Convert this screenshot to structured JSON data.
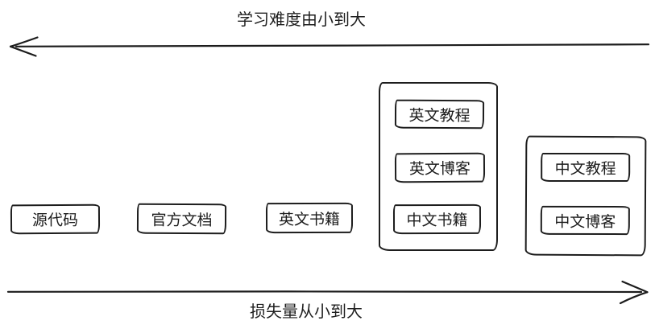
{
  "canvas": {
    "background": "#ffffff",
    "stroke_color": "#1c1c1c"
  },
  "axes": {
    "top": {
      "label": "学习难度由小到大",
      "direction": "left"
    },
    "bottom": {
      "label": "损失量从小到大",
      "direction": "right"
    }
  },
  "nodes": [
    {
      "id": "source-code",
      "label": "源代码"
    },
    {
      "id": "official-docs",
      "label": "官方文档"
    },
    {
      "id": "english-books",
      "label": "英文书籍"
    }
  ],
  "groups": [
    {
      "id": "english-resources",
      "items": [
        {
          "label": "英文教程"
        },
        {
          "label": "英文博客"
        },
        {
          "label": "中文书籍"
        }
      ]
    },
    {
      "id": "chinese-resources",
      "items": [
        {
          "label": "中文教程"
        },
        {
          "label": "中文博客"
        }
      ]
    }
  ]
}
